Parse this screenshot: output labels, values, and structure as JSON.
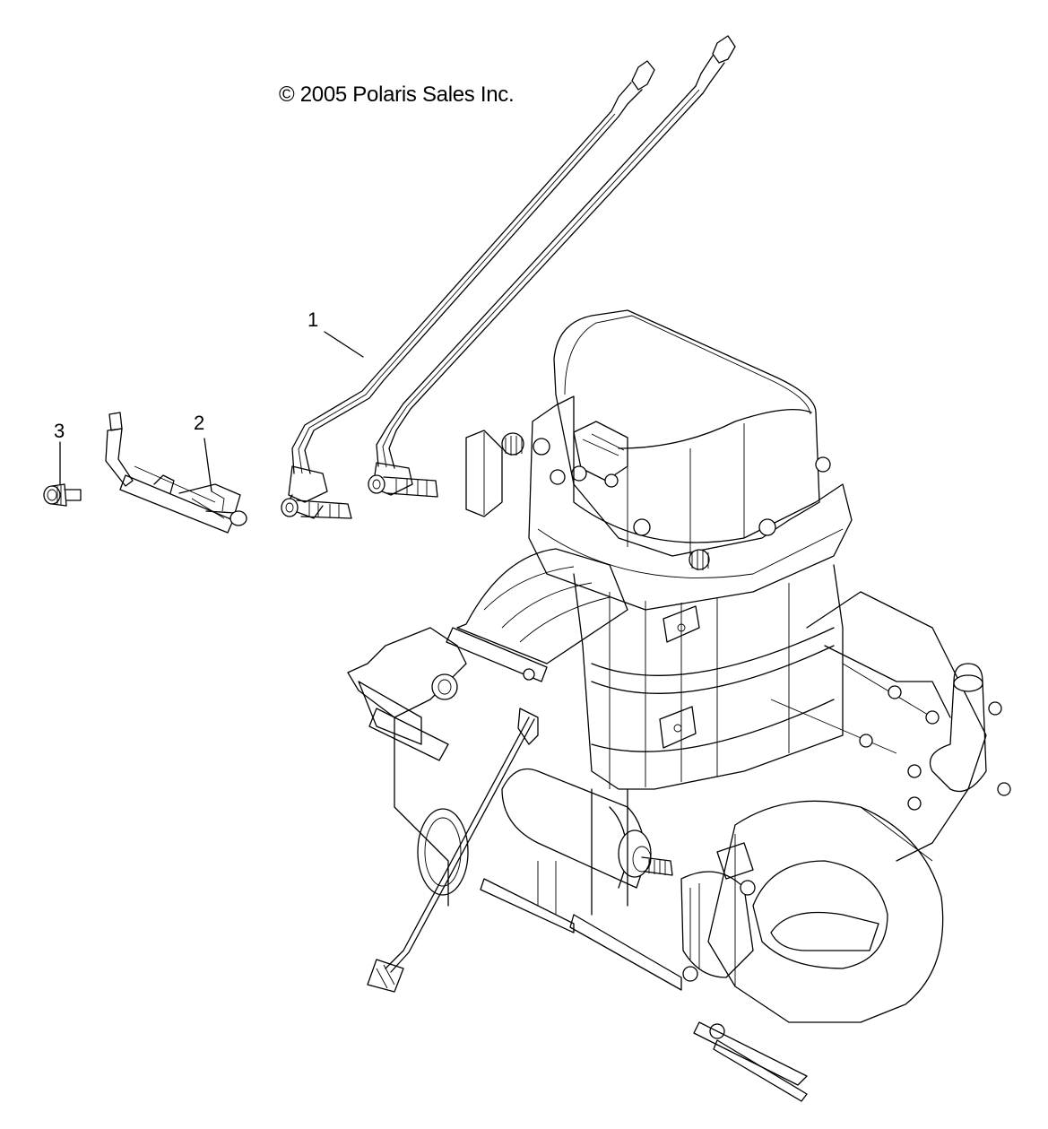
{
  "diagram": {
    "title": "Engine fuel injection parts diagram",
    "copyright": "© 2005 Polaris Sales Inc.",
    "callouts": [
      {
        "id": "1",
        "label": "1",
        "part": "fuel-line-with-injectors"
      },
      {
        "id": "2",
        "label": "2",
        "part": "fuel-rail-bracket"
      },
      {
        "id": "3",
        "label": "3",
        "part": "bolt"
      }
    ]
  },
  "colors": {
    "line": "#000000",
    "background": "#ffffff"
  }
}
